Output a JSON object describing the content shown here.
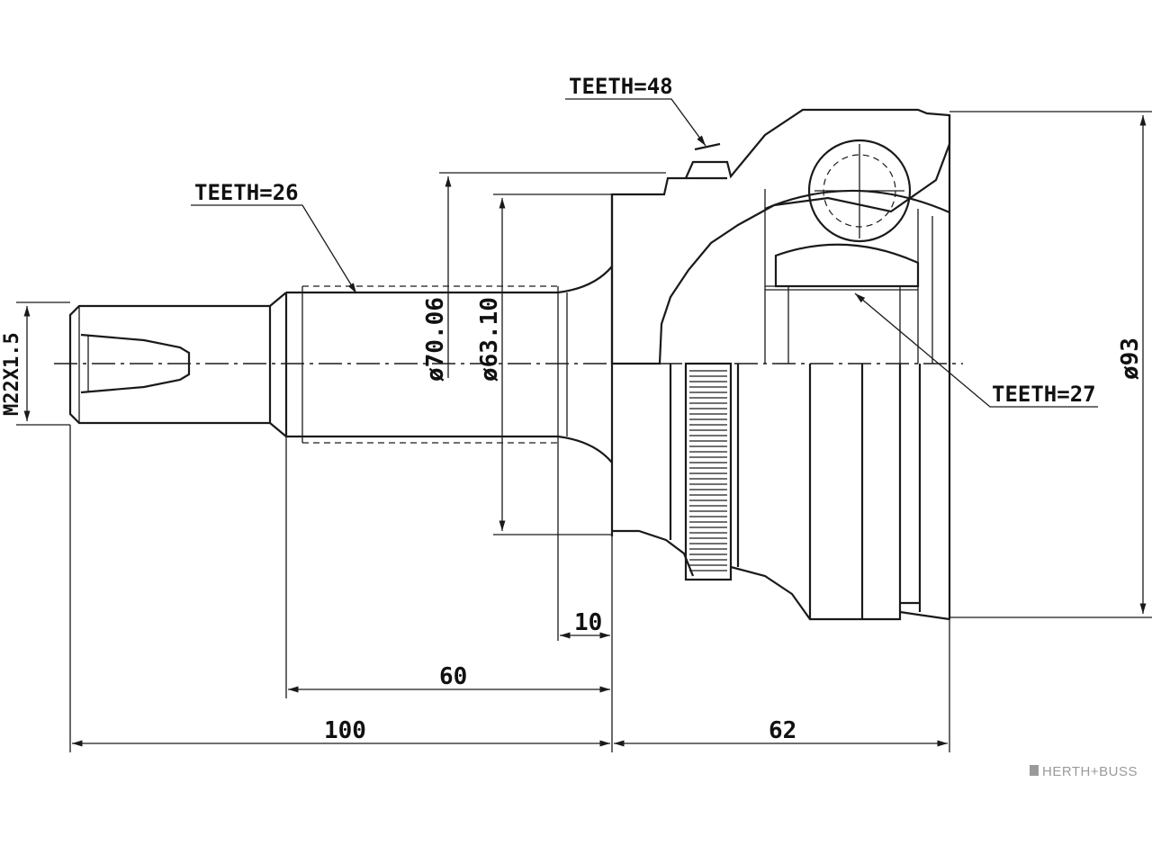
{
  "labels": {
    "teeth_outer": "TEETH=48",
    "teeth_shaft": "TEETH=26",
    "teeth_inner": "TEETH=27",
    "thread": "M22X1.5",
    "dia_70": "ø70.06",
    "dia_63": "ø63.10",
    "dia_93": "ø93"
  },
  "dimensions": {
    "d10": "10",
    "d60": "60",
    "d100": "100",
    "d62": "62"
  },
  "brand": {
    "name": "HERTH+BUSS"
  },
  "colors": {
    "ink": "#1a1a1a",
    "brand_gray": "#9a9a9a",
    "background": "#ffffff"
  }
}
